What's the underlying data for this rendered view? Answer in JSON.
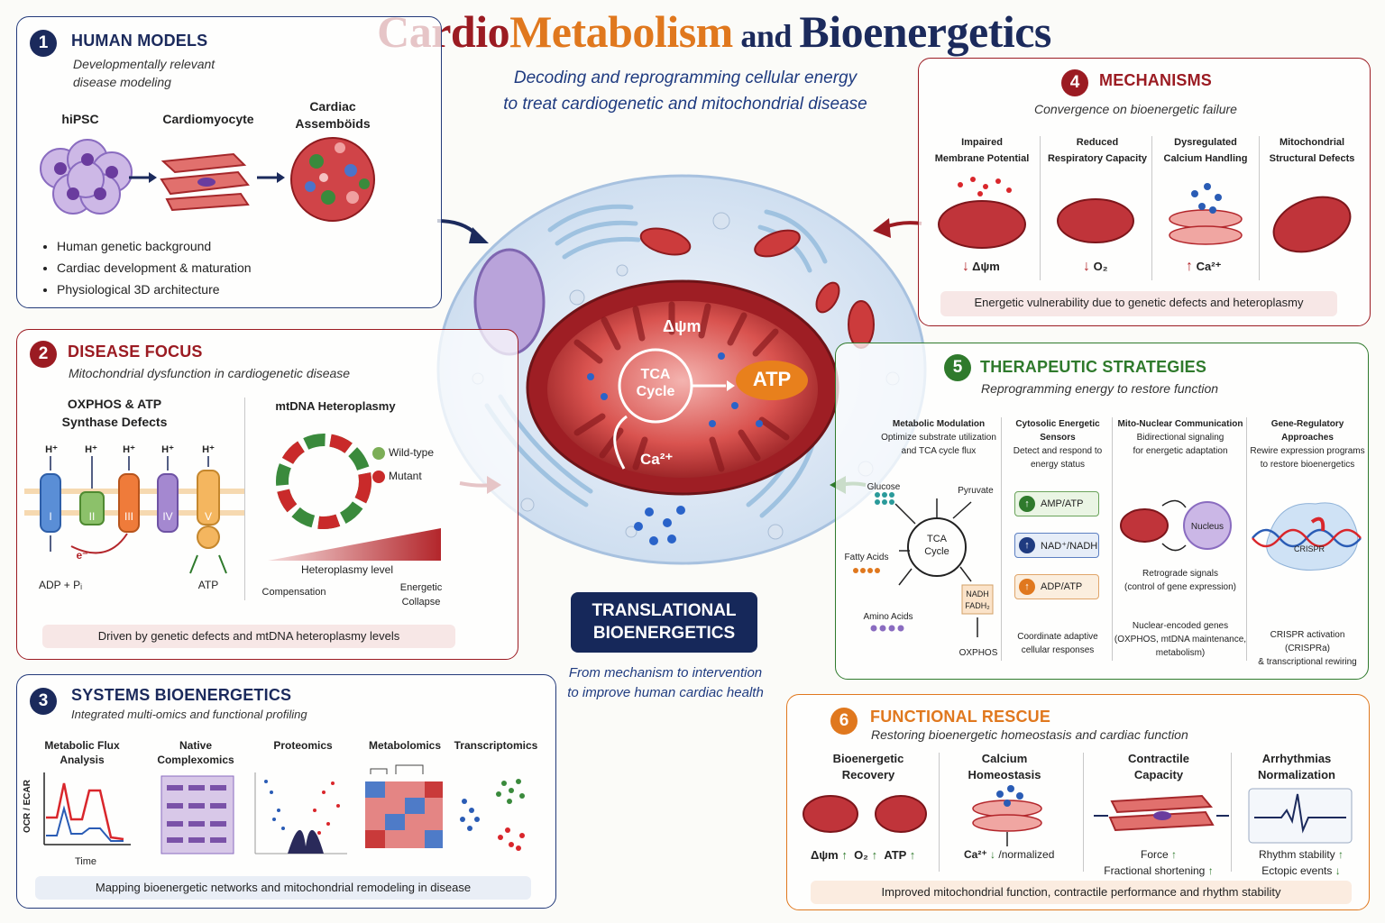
{
  "title": {
    "part1": "Cardio",
    "part2": "Metabolism",
    "part3": " and ",
    "part4": "Bioenergetics"
  },
  "subtitle": {
    "line1": "Decoding and reprogramming cellular energy",
    "line2": "to treat cardiogenetic and mitochondrial disease"
  },
  "center": {
    "delta_psi": "Δψm",
    "tca_line1": "TCA",
    "tca_line2": "Cycle",
    "atp": "ATP",
    "ca": "Ca²⁺",
    "translational_line1": "TRANSLATIONAL",
    "translational_line2": "BIOENERGETICS",
    "tagline_line1": "From mechanism to intervention",
    "tagline_line2": "to improve human cardiac health"
  },
  "panel1": {
    "num": "1",
    "title": "HUMAN MODELS",
    "subtitle_line1": "Developmentally relevant",
    "subtitle_line2": "disease modeling",
    "hipsc": "hiPSC",
    "cardiomyocyte": "Cardiomyocyte",
    "assembloids_line1": "Cardiac",
    "assembloids_line2": "Assemböids",
    "bullets": [
      "Human genetic background",
      "Cardiac development & maturation",
      "Physiological 3D architecture"
    ]
  },
  "panel2": {
    "num": "2",
    "title": "DISEASE FOCUS",
    "subtitle": "Mitochondrial dysfunction in cardiogenetic disease",
    "oxphos_line1": "OXPHOS & ATP",
    "oxphos_line2": "Synthase Defects",
    "hplus": "H⁺",
    "complexes": [
      "I",
      "II",
      "III",
      "IV",
      "V"
    ],
    "electron": "e⁻",
    "adp": "ADP + Pᵢ",
    "atp": "ATP",
    "mtdna": "mtDNA Heteroplasmy",
    "wildtype": "Wild-type",
    "mutant": "Mutant",
    "level": "Heteroplasmy level",
    "compensation": "Compensation",
    "collapse_line1": "Energetic",
    "collapse_line2": "Collapse",
    "note": "Driven by genetic defects and mtDNA heteroplasmy levels"
  },
  "panel3": {
    "num": "3",
    "title": "SYSTEMS BIOENERGETICS",
    "subtitle": "Integrated multi-omics and functional profiling",
    "flux_line1": "Metabolic Flux",
    "flux_line2": "Analysis",
    "native_line1": "Native",
    "native_line2": "Complexomics",
    "proteomics": "Proteomics",
    "metabolomics": "Metabolomics",
    "transcriptomics": "Transcriptomics",
    "ylabel": "OCR / ECAR",
    "xlabel": "Time",
    "note": "Mapping bioenergetic networks and mitochondrial remodeling in disease"
  },
  "panel4": {
    "num": "4",
    "title": "MECHANISMS",
    "subtitle": "Convergence on bioenergetic failure",
    "cols": [
      {
        "line1": "Impaired",
        "line2": "Membrane Potential",
        "arrow": "↓",
        "marker": "Δψm"
      },
      {
        "line1": "Reduced",
        "line2": "Respiratory Capacity",
        "arrow": "↓",
        "marker": "O₂"
      },
      {
        "line1": "Dysregulated",
        "line2": "Calcium Handling",
        "arrow": "↑",
        "marker": "Ca²⁺"
      },
      {
        "line1": "Mitochondrial",
        "line2": "Structural Defects",
        "arrow": "",
        "marker": ""
      }
    ],
    "note": "Energetic vulnerability due to genetic defects and heteroplasmy"
  },
  "panel5": {
    "num": "5",
    "title": "THERAPEUTIC STRATEGIES",
    "subtitle": "Reprogramming energy to restore function",
    "col1": {
      "title": "Metabolic Modulation",
      "line1": "Optimize substrate utilization",
      "line2": "and TCA cycle flux",
      "glucose": "Glucose",
      "pyruvate": "Pyruvate",
      "fatty": "Fatty Acids",
      "amino": "Amino Acids",
      "tca1": "TCA",
      "tca2": "Cycle",
      "nadh": "NADH",
      "fadh": "FADH₂",
      "oxphos": "OXPHOS"
    },
    "col2": {
      "title": "Cytosolic Energetic Sensors",
      "line1": "Detect and respond to",
      "line2": "energy status",
      "amp": "AMP/ATP",
      "nad": "NAD⁺/NADH",
      "adp": "ADP/ATP",
      "foot1": "Coordinate adaptive",
      "foot2": "cellular responses"
    },
    "col3": {
      "title": "Mito-Nuclear Communication",
      "line1": "Bidirectional signaling",
      "line2": "for energetic adaptation",
      "nucleus": "Nucleus",
      "retro1": "Retrograde signals",
      "retro2": "(control of gene expression)",
      "nuc1": "Nuclear-encoded genes",
      "nuc2": "(OXPHOS, mtDNA maintenance,",
      "nuc3": "metabolism)"
    },
    "col4": {
      "title": "Gene-Regulatory Approaches",
      "line1": "Rewire expression programs",
      "line2": "to restore bioenergetics",
      "crispr": "CRISPR",
      "foot1": "CRISPR activation (CRISPRa)",
      "foot2": "& transcriptional rewiring"
    }
  },
  "panel6": {
    "num": "6",
    "title": "FUNCTIONAL RESCUE",
    "subtitle": "Restoring bioenergetic homeostasis and cardiac function",
    "cols": [
      {
        "line1": "Bioenergetic",
        "line2": "Recovery"
      },
      {
        "line1": "Calcium",
        "line2": "Homeostasis"
      },
      {
        "line1": "Contractile",
        "line2": "Capacity"
      },
      {
        "line1": "Arrhythmias",
        "line2": "Normalization"
      }
    ],
    "m_dpsi": "Δψm",
    "m_o2": "O₂",
    "m_atp": "ATP",
    "up": "↑",
    "down": "↓",
    "ca": "Ca²⁺",
    "normalized": "/normalized",
    "force": "Force",
    "fractional": "Fractional shortening",
    "rhythm": "Rhythm stability",
    "ectopic": "Ectopic events",
    "note": "Improved mitochondrial function, contractile performance and rhythm stability"
  },
  "colors": {
    "navy": "#1b2a5c",
    "red": "#9b1b22",
    "orange": "#e0781e",
    "green": "#2f7a2c",
    "mito": "#b3262b"
  }
}
